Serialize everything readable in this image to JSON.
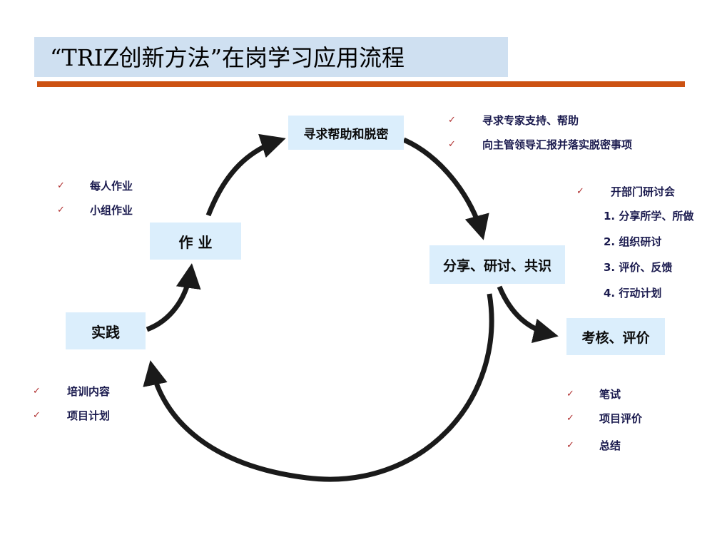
{
  "title": "“TRIZ创新方法”在岗学习应用流程",
  "nodes": {
    "seek_help": "寻求帮助和脱密",
    "homework": "作 业",
    "practice": "实践",
    "share": "分享、研讨、共识",
    "assess": "考核、评价"
  },
  "notes": {
    "seek_help": [
      "寻求专家支持、帮助",
      "向主管领导汇报并落实脱密事项"
    ],
    "homework": [
      "每人作业",
      "小组作业"
    ],
    "share_header": "开部门研讨会",
    "share_steps": [
      "1. 分享所学、所做",
      "2. 组织研讨",
      "3. 评价、反馈",
      "4. 行动计划"
    ],
    "practice": [
      "培训内容",
      "项目计划"
    ],
    "assess": [
      "笔试",
      "项目评价",
      "总结"
    ]
  },
  "check_mark": "✓",
  "colors": {
    "title_band": "#cfe0f1",
    "title_rule": "#cc5212",
    "node_fill": "#dbeefc",
    "note_text": "#1a1a4e",
    "check": "#b03030",
    "arrow": "#1a1a1a"
  }
}
